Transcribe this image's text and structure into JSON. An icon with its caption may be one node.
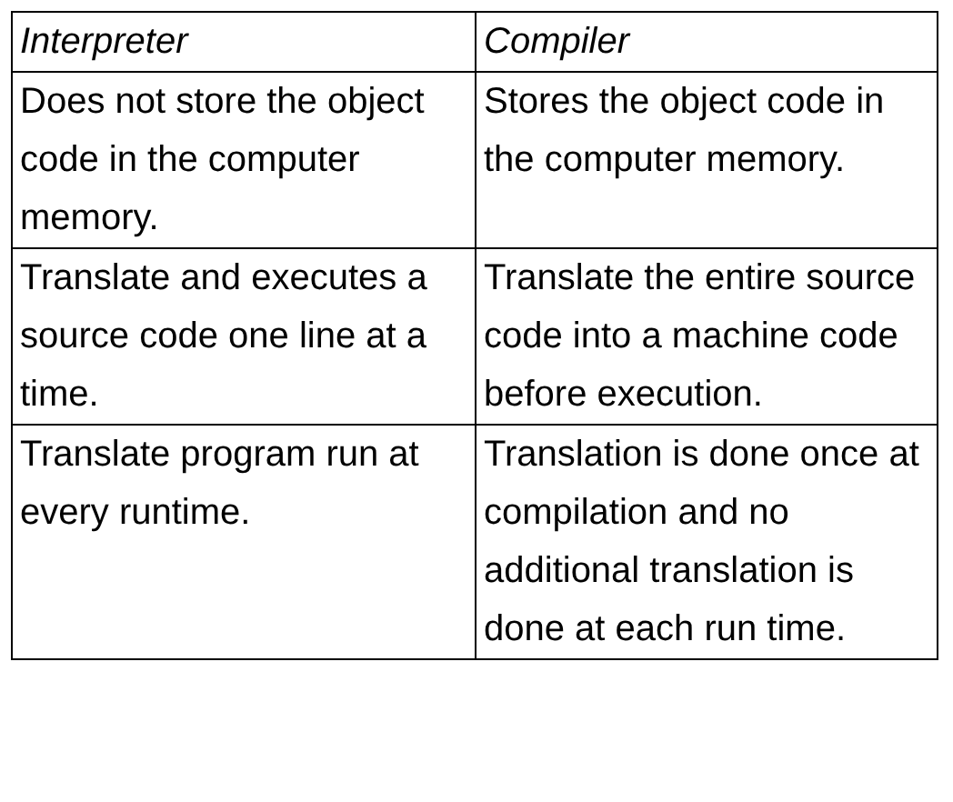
{
  "diagram": {
    "labels": [
      "Interpreter",
      "Compiler",
      "Does not store the object code in the computer memory.",
      "Stores the object code in the computer memory.",
      "Translate and executes a source code one line at a time.",
      "Translate the entire source code into a machine code before execution.",
      "Translate program run at every runtime.",
      "Translation is done once at compilation and no additional translation is done at each run time."
    ]
  }
}
